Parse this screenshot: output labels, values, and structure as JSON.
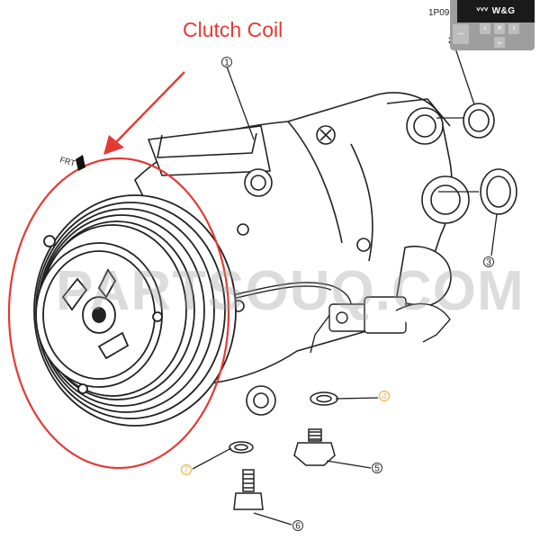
{
  "annotation": {
    "title": "Clutch Coil",
    "title_color": "#e53935",
    "highlight_color": "#e53935"
  },
  "diagram": {
    "code": "1P09",
    "front_marker": "FRT",
    "watermark": "PARTSOUQ.COM",
    "callouts": [
      {
        "id": "1",
        "label": "1",
        "highlighted": false
      },
      {
        "id": "2",
        "label": "2",
        "highlighted": false
      },
      {
        "id": "3",
        "label": "3",
        "highlighted": false
      },
      {
        "id": "4",
        "label": "4",
        "highlighted": true
      },
      {
        "id": "5",
        "label": "5",
        "highlighted": false
      },
      {
        "id": "6",
        "label": "6",
        "highlighted": false
      },
      {
        "id": "7",
        "label": "7",
        "highlighted": true
      }
    ],
    "highlight_callout_color": "#e8c060"
  },
  "navigation": {
    "brand": "W&G",
    "brand_logo": "vvv-logo-icon",
    "buttons": {
      "side": "‒",
      "left": "‹",
      "close": "×",
      "right": "›",
      "down": "⌄"
    }
  }
}
